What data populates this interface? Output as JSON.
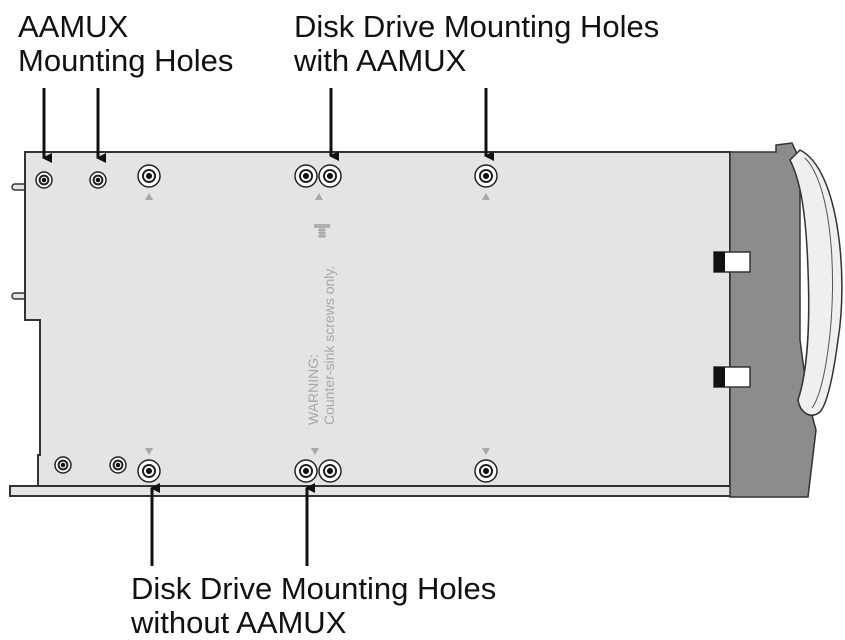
{
  "callouts": {
    "aamux_holes": {
      "line1": "AAMUX",
      "line2": "Mounting Holes"
    },
    "with_aamux": {
      "line1": "Disk Drive Mounting Holes",
      "line2": "with AAMUX"
    },
    "without_aamux": {
      "line1": "Disk Drive Mounting Holes",
      "line2": "without AAMUX"
    }
  },
  "warning": {
    "line1": "WARNING:",
    "line2": "Counter-sink screws only."
  },
  "colors": {
    "tray_fill": "#e4e4e4",
    "tray_outline": "#333333",
    "handle_fill": "#8c8c8c",
    "lever_fill": "#efefef",
    "warning_text": "#a8a8a8"
  }
}
